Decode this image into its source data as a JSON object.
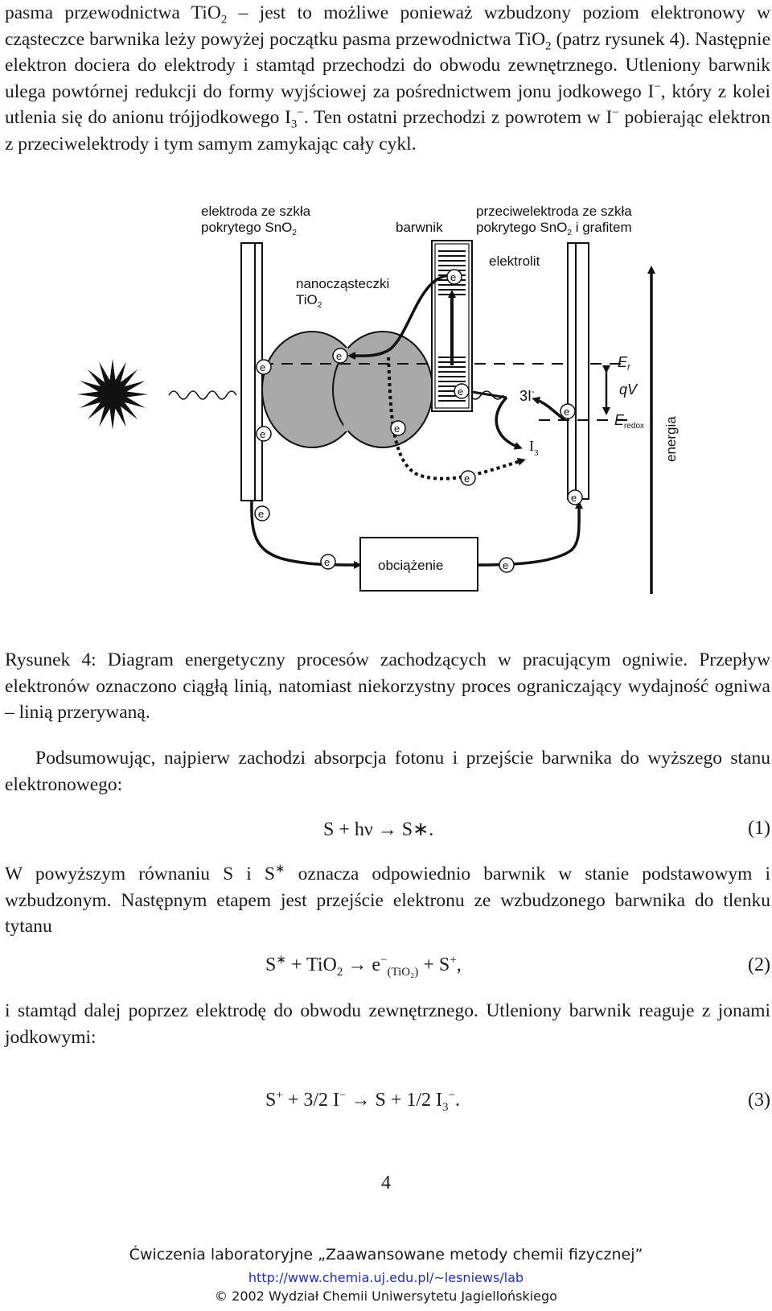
{
  "body": {
    "p1_a": "pasma przewodnictwa TiO",
    "p1_b": " – jest to możliwe ponieważ wzbudzony poziom elektronowy w cząsteczce barwnika leży powyżej początku pasma przewodnictwa TiO",
    "p1_c": " (patrz rysunek 4). Następnie elektron dociera do elektrody i stamtąd przechodzi do obwodu zewnętrznego. Utleniony barwnik ulega powtórnej redukcji do formy wyjściowej za pośrednictwem jonu jodkowego I",
    "p1_d": ", który z kolei utlenia się do anionu trójjodkowego I",
    "p1_e": ". Ten ostatni przechodzi z powrotem w I",
    "p1_f": " pobierając elektron z przeciwelektrody i tym samym zamykając cały cykl.",
    "sub2": "2",
    "sub3": "3",
    "sup_minus": "−",
    "p2": "Podsumowując, najpierw zachodzi absorpcja fotonu i przejście barwnika do wyższego stanu elektronowego:",
    "p3_a": "W powyższym równaniu S i S",
    "p3_b": " oznacza odpowiednio barwnik w stanie podstawowym i wzbudzonym. Następnym etapem jest przejście elektronu ze wzbudzonego barwnika do tlenku tytanu",
    "p4": "i stamtąd dalej poprzez elektrodę do obwodu zewnętrznego. Utleniony barwnik reaguje z jonami jodkowymi:",
    "star": "∗"
  },
  "equations": {
    "eq1": "S + hν → S∗.",
    "eq1_num": "(1)",
    "eq2_a": "S",
    "eq2_b": " + TiO",
    "eq2_c": " → e",
    "eq2_sub": "(TiO₂)",
    "eq2_d": " + S",
    "eq2_sup": "+",
    "eq2_e": ",",
    "eq2_num": "(2)",
    "eq3_a": "S",
    "eq3_b": " + 3/2 I",
    "eq3_c": " → S + 1/2 I",
    "eq3_d": ".",
    "eq3_num": "(3)"
  },
  "figure": {
    "label_electrode_1": "elektroda ze szkła",
    "label_electrode_2": "pokrytego SnO",
    "label_sub2": "2",
    "label_dye": "barwnik",
    "label_counter_1": "przeciwelektroda ze szkła",
    "label_counter_2": "pokrytego SnO",
    "label_counter_3": " i grafitem",
    "label_electrolyte": "elektrolit",
    "label_nano_1": "nanocząsteczki",
    "label_nano_2": "TiO",
    "label_ef": "E",
    "label_ef_sub": "f",
    "label_qv": "qV",
    "label_eredox": "E",
    "label_eredox_sub": "redox",
    "label_3i": "3I",
    "label_i3": "I",
    "label_i3_sub": "3",
    "label_energy": "energia",
    "label_load": "obciążenie",
    "electron": "e",
    "minus": "-"
  },
  "caption": "Rysunek 4: Diagram energetyczny procesów zachodzących w pracującym ogniwie. Przepływ elektronów oznaczono ciągłą linią, natomiast niekorzystny proces ograniczający wydajność ogniwa – linią przerywaną.",
  "page_number": "4",
  "footer": {
    "line1": "Ćwiczenia laboratoryjne „Zaawansowane metody chemii fizycznej”",
    "url": "http://www.chemia.uj.edu.pl/~lesniews/lab",
    "copyright": "© 2002 Wydział Chemii Uniwersytetu Jagiellońskiego"
  }
}
